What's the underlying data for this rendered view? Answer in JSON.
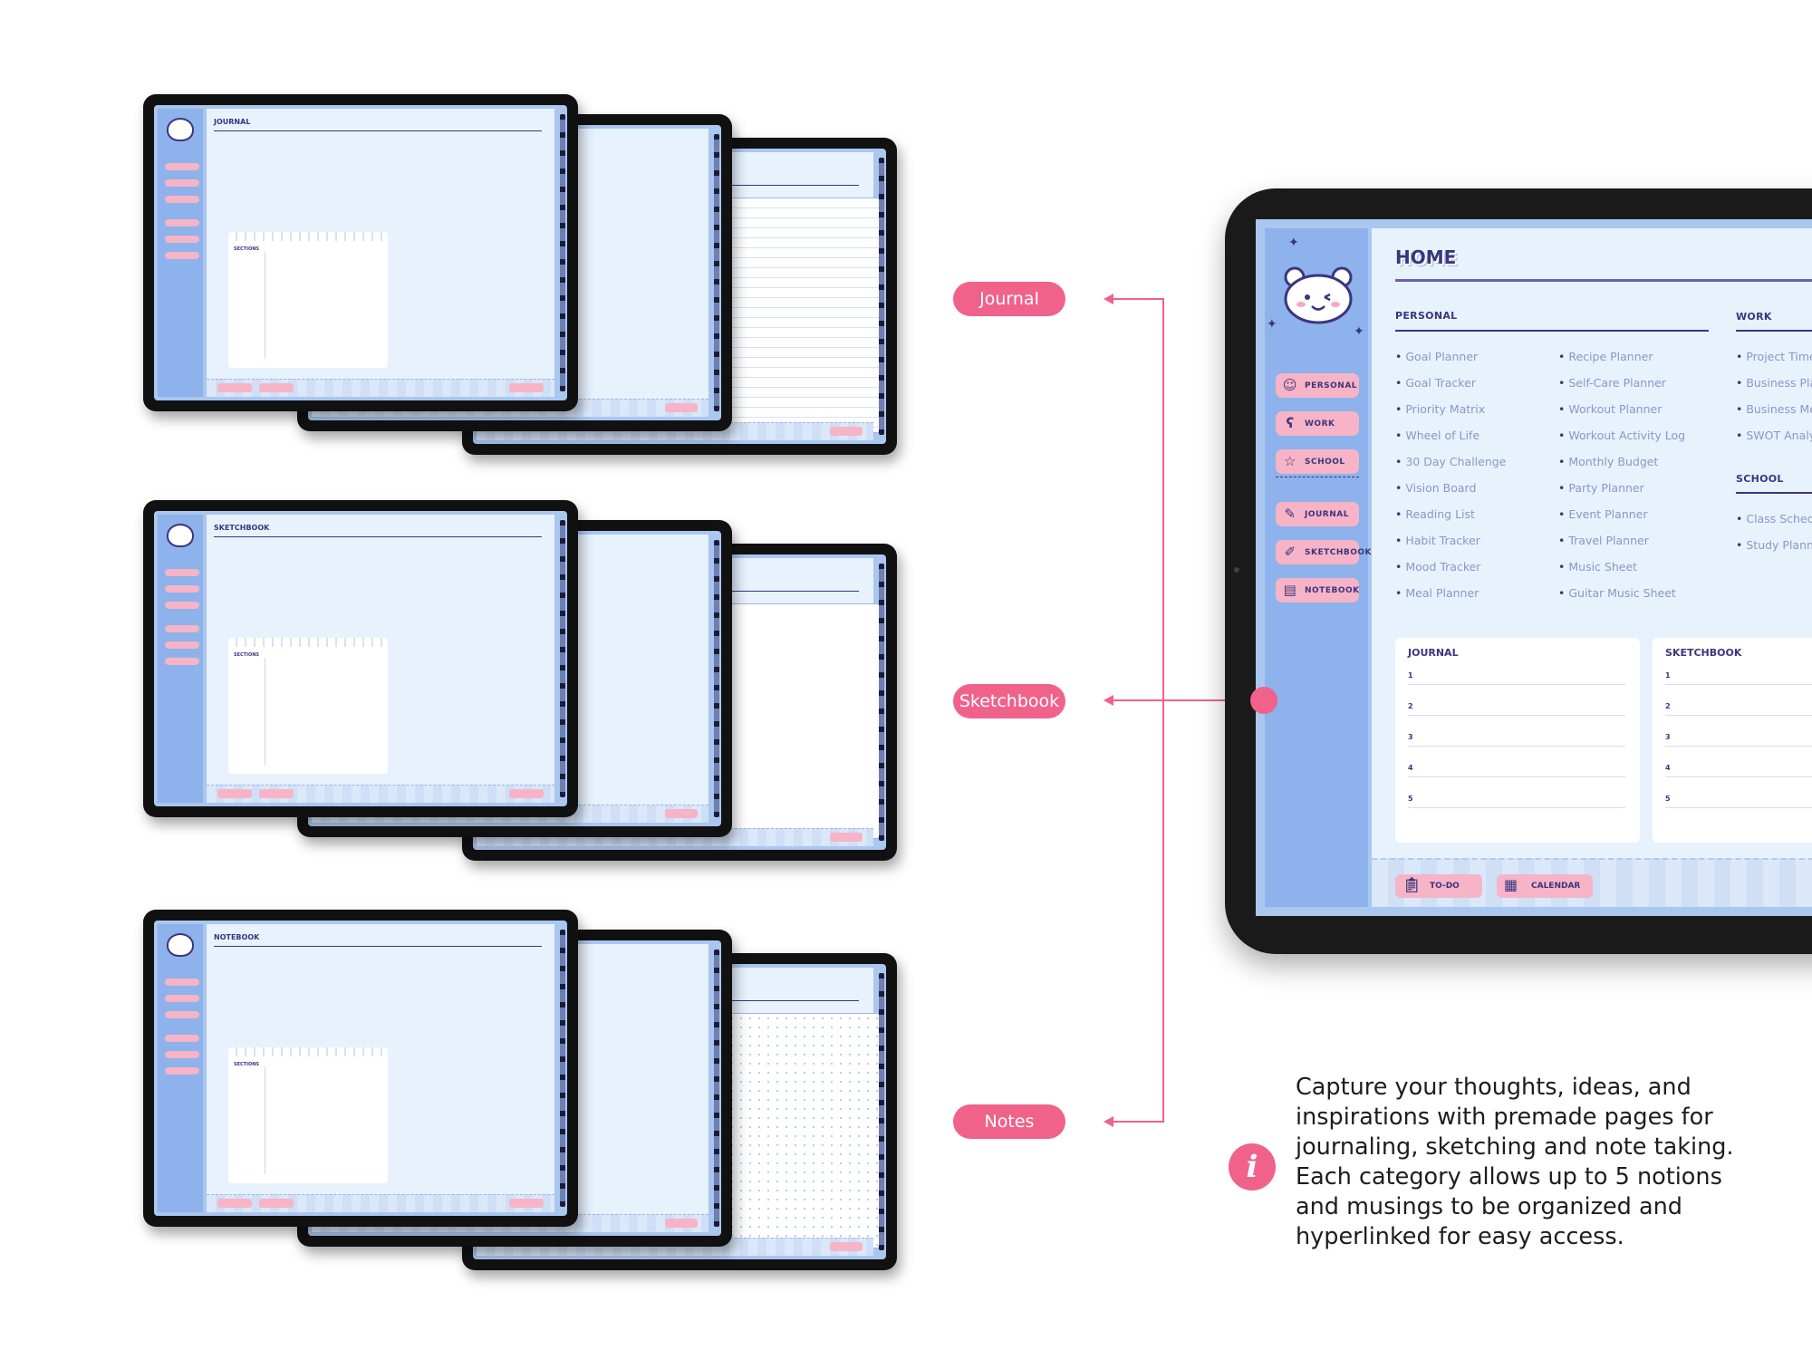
{
  "labels": {
    "journal": "Journal",
    "sketchbook": "Sketchbook",
    "notes": "Notes"
  },
  "colors": {
    "accent_pink": "#f0628a",
    "sidebar_blue": "#8db2ec",
    "page_bg": "#e8f2fd",
    "ink_purple": "#3b3480",
    "pill_pink": "#f6b4c6"
  },
  "previews": [
    {
      "title": "JOURNAL",
      "card_title": "SECTIONS",
      "style": "lined"
    },
    {
      "title": "SKETCHBOOK",
      "card_title": "SECTIONS",
      "style": "blank"
    },
    {
      "title": "NOTEBOOK",
      "card_title": "SECTIONS",
      "style": "dotted"
    }
  ],
  "home": {
    "title": "HOME",
    "sidebar": {
      "items": [
        {
          "label": "PERSONAL",
          "icon": "smile-icon"
        },
        {
          "label": "WORK",
          "icon": "bear-face-icon"
        },
        {
          "label": "SCHOOL",
          "icon": "star-icon"
        },
        {
          "label": "JOURNAL",
          "icon": "journal-edit-icon"
        },
        {
          "label": "SKETCHBOOK",
          "icon": "sketchbook-icon"
        },
        {
          "label": "NOTEBOOK",
          "icon": "notebook-icon"
        }
      ]
    },
    "personal": {
      "heading": "PERSONAL",
      "col1": [
        "Goal Planner",
        "Goal Tracker",
        "Priority Matrix",
        "Wheel of Life",
        "30 Day Challenge",
        "Vision Board",
        "Reading List",
        "Habit Tracker",
        "Mood Tracker",
        "Meal Planner"
      ],
      "col2": [
        "Recipe Planner",
        "Self-Care Planner",
        "Workout Planner",
        "Workout Activity Log",
        "Monthly Budget",
        "Party Planner",
        "Event Planner",
        "Travel Planner",
        "Music Sheet",
        "Guitar Music Sheet"
      ]
    },
    "work": {
      "heading": "WORK",
      "items": [
        "Project Timeline",
        "Business Plan",
        "Business Meeting",
        "SWOT Analysis"
      ]
    },
    "school": {
      "heading": "SCHOOL",
      "items": [
        "Class Schedule",
        "Study Planner"
      ]
    },
    "journal_card": {
      "title": "JOURNAL",
      "rows": [
        "1",
        "2",
        "3",
        "4",
        "5"
      ]
    },
    "sketchbook_card": {
      "title": "SKETCHBOOK",
      "rows": [
        "1",
        "2",
        "3",
        "4",
        "5"
      ]
    },
    "footer": {
      "todo": "TO-DO",
      "calendar": "CALENDAR"
    }
  },
  "info": {
    "icon": "info-icon",
    "text": "Capture your thoughts, ideas, and inspirations with premade pages for journaling, sketching and note taking. Each category allows up to 5 notions and musings to be organized and hyperlinked for easy access."
  }
}
